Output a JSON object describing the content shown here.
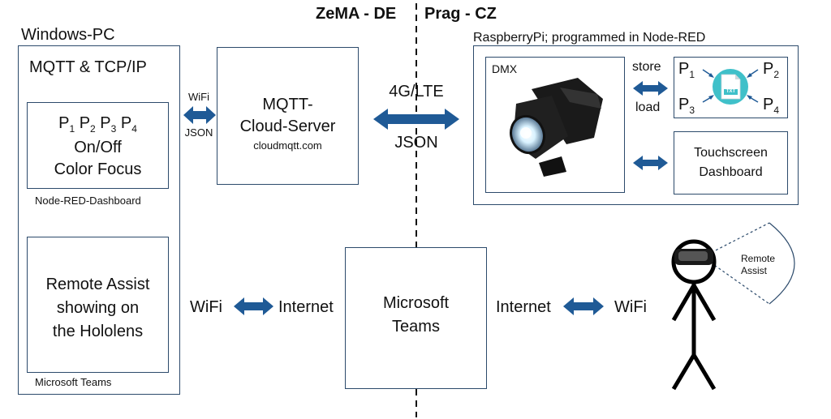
{
  "header": {
    "left_region": "ZeMA - DE",
    "right_region": "Prag - CZ"
  },
  "windows_pc": {
    "title": "Windows-PC",
    "mqtt_label": "MQTT & TCP/IP",
    "dashboard_box": {
      "p_letter": "P",
      "subs": [
        "1",
        "2",
        "3",
        "4"
      ],
      "line2": "On/Off",
      "line3": "Color Focus",
      "caption": "Node-RED-Dashboard"
    },
    "teams_box": {
      "line1": "Remote Assist",
      "line2": "showing on",
      "line3": "the Hololens",
      "caption": "Microsoft Teams"
    }
  },
  "link_pc_cloud": {
    "top": "WiFi",
    "bottom": "JSON"
  },
  "cloud_server": {
    "line1": "MQTT-",
    "line2": "Cloud-Server",
    "sub": "cloudmqtt.com"
  },
  "link_cloud_pi": {
    "top": "4G/LTE",
    "bottom": "JSON"
  },
  "raspberry": {
    "title": "RaspberryPi; programmed  in Node-RED",
    "dmx_label": "DMX",
    "store_label": "store",
    "load_label": "load",
    "p_letter": "P",
    "p_subs": [
      "1",
      "2",
      "3",
      "4"
    ],
    "file_label": "TXT",
    "touch_line1": "Touchscreen",
    "touch_line2": "Dashboard"
  },
  "bottom": {
    "left_wifi": "WiFi",
    "left_internet": "Internet",
    "teams_line1": "Microsoft",
    "teams_line2": "Teams",
    "right_internet": "Internet",
    "right_wifi": "WiFi",
    "remote_assist_1": "Remote",
    "remote_assist_2": "Assist"
  },
  "colors": {
    "arrow": "#1f5a96",
    "box_border": "#2c4a6b",
    "doc_icon": "#3fc0c9"
  }
}
